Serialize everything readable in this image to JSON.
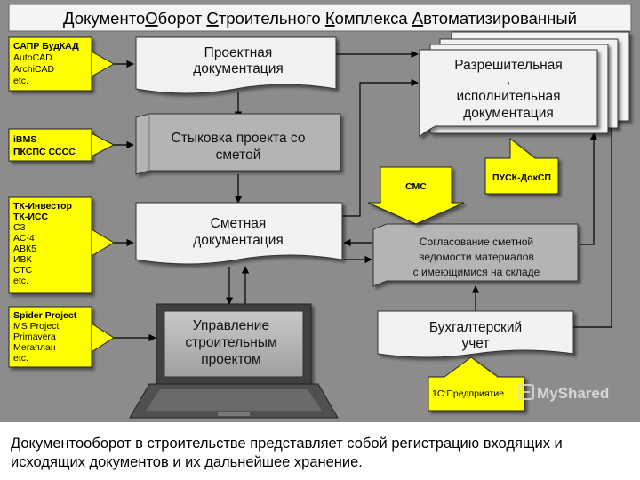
{
  "title": "ДокументоОборот Строительного Комплекса Автоматизированный",
  "title_underlined_letters": [
    "Д",
    "О",
    "С",
    "К",
    "А"
  ],
  "tools": {
    "cad": {
      "heading": "САПР БудКАД",
      "items": [
        "AutoCAD",
        "ArchiCAD",
        "etc."
      ]
    },
    "bim": {
      "heading_lines": [
        "iBMS",
        "ПКСПС СССС"
      ]
    },
    "estimate": {
      "heading_lines": [
        "ТК-Инвестор",
        "ТК-ИСС"
      ],
      "items": [
        "С3",
        "АС-4",
        "АВК5",
        "ИВК",
        "СТС",
        "etc."
      ]
    },
    "pm": {
      "heading": "Spider Project",
      "items": [
        "MS Project",
        "Primavera",
        "Мегаплан",
        "etc."
      ]
    },
    "cmc": {
      "label": "СМС"
    },
    "pusk": {
      "label": "ПУСК-ДокСП"
    },
    "onec": {
      "label": "1С:Предприятие"
    }
  },
  "docs": {
    "project": [
      "Проектная",
      "документация"
    ],
    "linking": [
      "Стыковка проекта со",
      "сметой"
    ],
    "estimate": [
      "Сметная",
      "документация"
    ],
    "permit": [
      "Разрешительная",
      ",",
      "исполнительная",
      "документация"
    ],
    "approval": [
      "Согласование сметной",
      "ведомости материалов",
      "с имеющимися на складе"
    ],
    "accounting": [
      "Бухгалтерский",
      "учет"
    ],
    "management": [
      "Управление",
      "строительным",
      "проектом"
    ]
  },
  "watermark": "MyShared",
  "caption": "Документооборот в строительстве представляет собой регистрацию входящих и исходящих документов и их дальнейшее хранение.",
  "colors": {
    "background": "#8c8c8c",
    "yellow": "#ffff00",
    "white_box": "#f2f2f2",
    "gray_box": "#b4b4b4",
    "laptop_body": "#404040",
    "laptop_screen": "#b0b0b0",
    "line": "#000000"
  }
}
